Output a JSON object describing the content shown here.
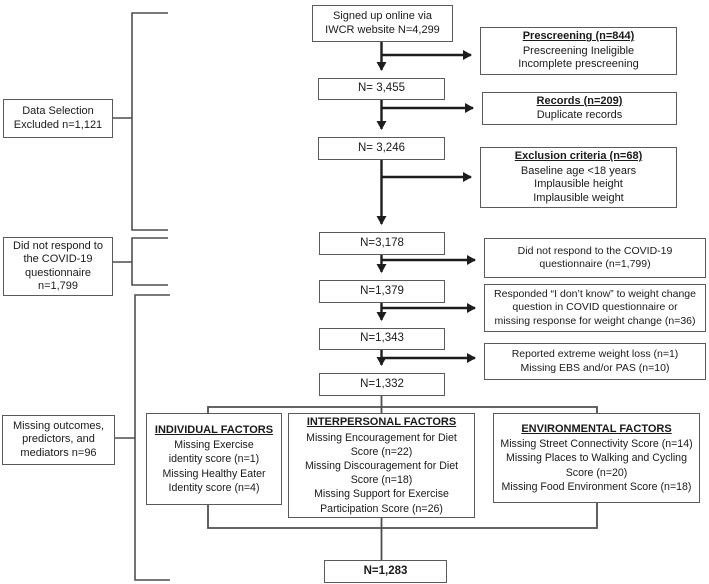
{
  "diagram": {
    "colors": {
      "line": "#1d1d1d",
      "connector": "#4f4f4f",
      "border": "#5a5a5a",
      "text": "#1a1a1a",
      "background": "#ffffff"
    },
    "main": {
      "signup_line1": "Signed up online via",
      "signup_line2": "IWCR website N=4,299",
      "n3455": "N= 3,455",
      "n3246": "N= 3,246",
      "n3178": "N=3,178",
      "n1379": "N=1,379",
      "n1343": "N=1,343",
      "n1332": "N=1,332",
      "n1283": "N=1,283"
    },
    "right": {
      "prescreening": {
        "title": "Prescreening (n=844)",
        "line1": "Prescreening Ineligible",
        "line2": "Incomplete prescreening"
      },
      "records": {
        "title": "Records (n=209)",
        "line1": "Duplicate records"
      },
      "exclusion": {
        "title": "Exclusion criteria (n=68)",
        "line1": "Baseline age <18 years",
        "line2": "Implausible height",
        "line3": "Implausible weight"
      },
      "covid_no_response": {
        "line1": "Did not respond to the COVID-19",
        "line2": "questionnaire (n=1,799)"
      },
      "dont_know": {
        "line1": "Responded “I don’t know” to weight change",
        "line2": "question in COVID questionnaire or",
        "line3": "missing response for weight change (n=36)"
      },
      "extreme": {
        "line1": "Reported extreme weight loss (n=1)",
        "line2": "Missing EBS and/or PAS (n=10)"
      }
    },
    "left": {
      "data_selection": {
        "line1": "Data Selection",
        "line2": "Excluded n=1,121"
      },
      "covid": {
        "line1": "Did not respond to",
        "line2": "the COVID-19",
        "line3": "questionnaire",
        "line4": "n=1,799"
      },
      "missing": {
        "line1": "Missing outcomes,",
        "line2": "predictors, and",
        "line3": "mediators n=96"
      }
    },
    "factors": {
      "individual": {
        "title": "INDIVIDUAL FACTORS",
        "line1": "Missing Exercise",
        "line2": "identity score (n=1)",
        "line3": "Missing Healthy Eater",
        "line4": "Identity score (n=4)"
      },
      "interpersonal": {
        "title": "INTERPERSONAL FACTORS",
        "line1": "Missing Encouragement for Diet",
        "line2": "Score (n=22)",
        "line3": "Missing Discouragement for Diet",
        "line4": "Score (n=18)",
        "line5": "Missing Support for Exercise",
        "line6": "Participation Score (n=26)"
      },
      "environmental": {
        "title": "ENVIRONMENTAL FACTORS",
        "line1": "Missing Street Connectivity Score (n=14)",
        "line2": "Missing Places to Walking and Cycling",
        "line3": "Score (n=20)",
        "line4": "Missing Food Environment Score (n=18)"
      }
    }
  }
}
